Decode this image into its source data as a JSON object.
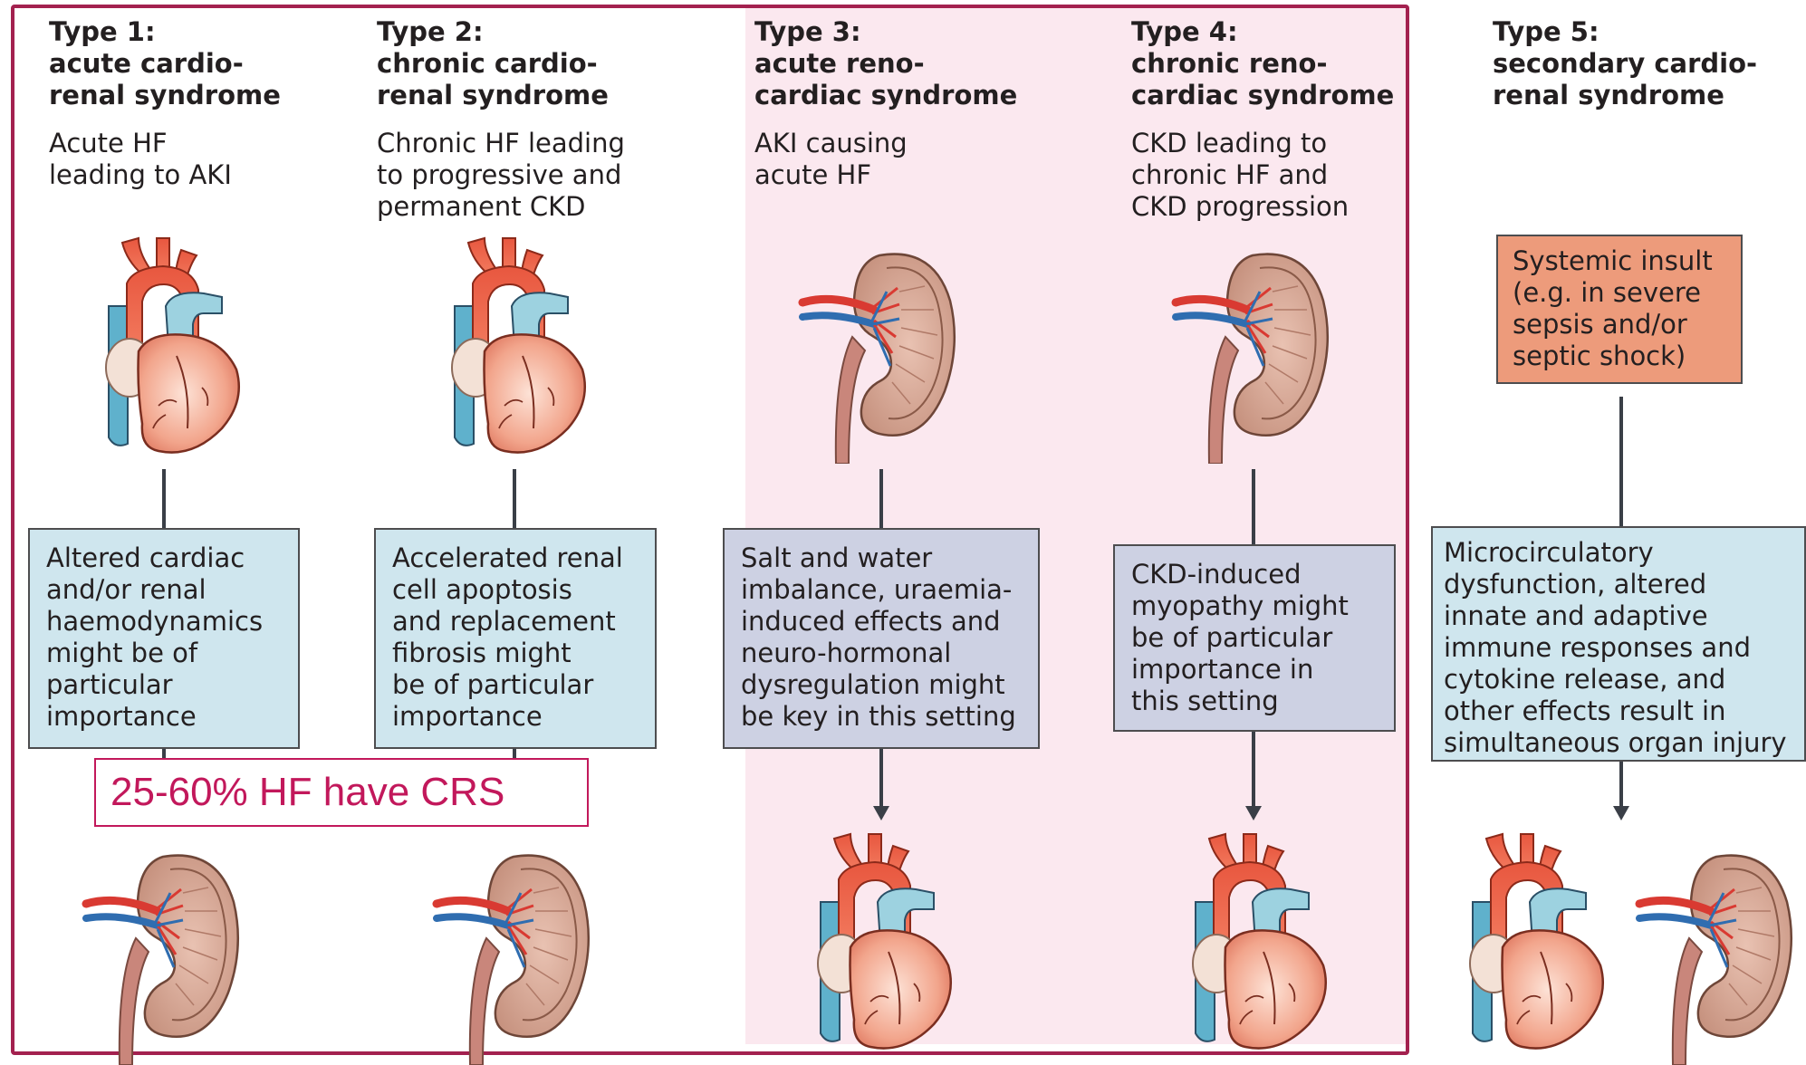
{
  "columns": [
    {
      "title": "Type 1:\nacute cardio-\nrenal syndrome",
      "description": "Acute HF\nleading to AKI",
      "mechanism": "Altered cardiac\nand/or renal\nhaemodynamics\nmight be of\nparticular\nimportance",
      "top_organ": "heart",
      "bottom_organ": "kidney"
    },
    {
      "title": "Type 2:\nchronic cardio-\nrenal syndrome",
      "description": "Chronic HF leading\nto progressive and\npermanent CKD",
      "mechanism": "Accelerated renal\ncell apoptosis\nand replacement\nfibrosis might\nbe of particular\nimportance",
      "top_organ": "heart",
      "bottom_organ": "kidney"
    },
    {
      "title": "Type 3:\nacute reno-\ncardiac syndrome",
      "description": "AKI causing\nacute HF",
      "mechanism": "Salt and water\nimbalance, uraemia-\ninduced effects and\nneuro-hormonal\ndysregulation might\nbe key in this setting",
      "top_organ": "kidney",
      "bottom_organ": "heart"
    },
    {
      "title": "Type 4:\nchronic reno-\ncardiac syndrome",
      "description": "CKD leading to\nchronic HF and\nCKD progression",
      "mechanism": "CKD-induced\nmyopathy might\nbe of particular\nimportance in\nthis setting",
      "top_organ": "kidney",
      "bottom_organ": "heart"
    },
    {
      "title": "Type 5:\nsecondary cardio-\nrenal syndrome",
      "description": "",
      "insult": "Systemic insult\n(e.g. in severe\nsepsis and/or\nseptic shock)",
      "mechanism": "Microcirculatory\ndysfunction, altered\ninnate and adaptive\nimmune responses and\ncytokine release, and\nother effects result in\nsimultaneous organ injury",
      "bottom_organ": "heart and kidney"
    }
  ],
  "callout": "25-60% HF have CRS",
  "colors": {
    "frame": "#a3214f",
    "highlight_bg": "#fbe8ef",
    "box_blue": "#cfe6ee",
    "box_lavender": "#cdd1e3",
    "box_orange": "#ed9b7b",
    "callout": "#c2185b"
  }
}
